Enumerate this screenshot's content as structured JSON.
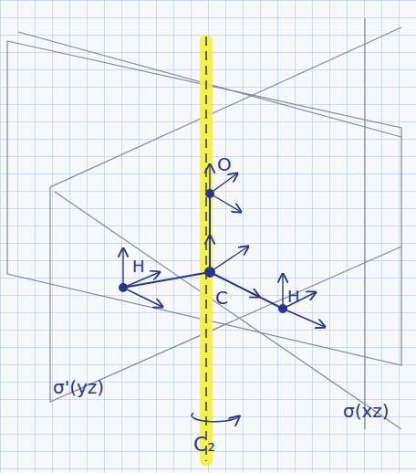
{
  "diagram": {
    "labels": [
      "O",
      "C",
      "H",
      "H",
      "σ'(yz)",
      "σ(xz)",
      "C₂"
    ]
  }
}
